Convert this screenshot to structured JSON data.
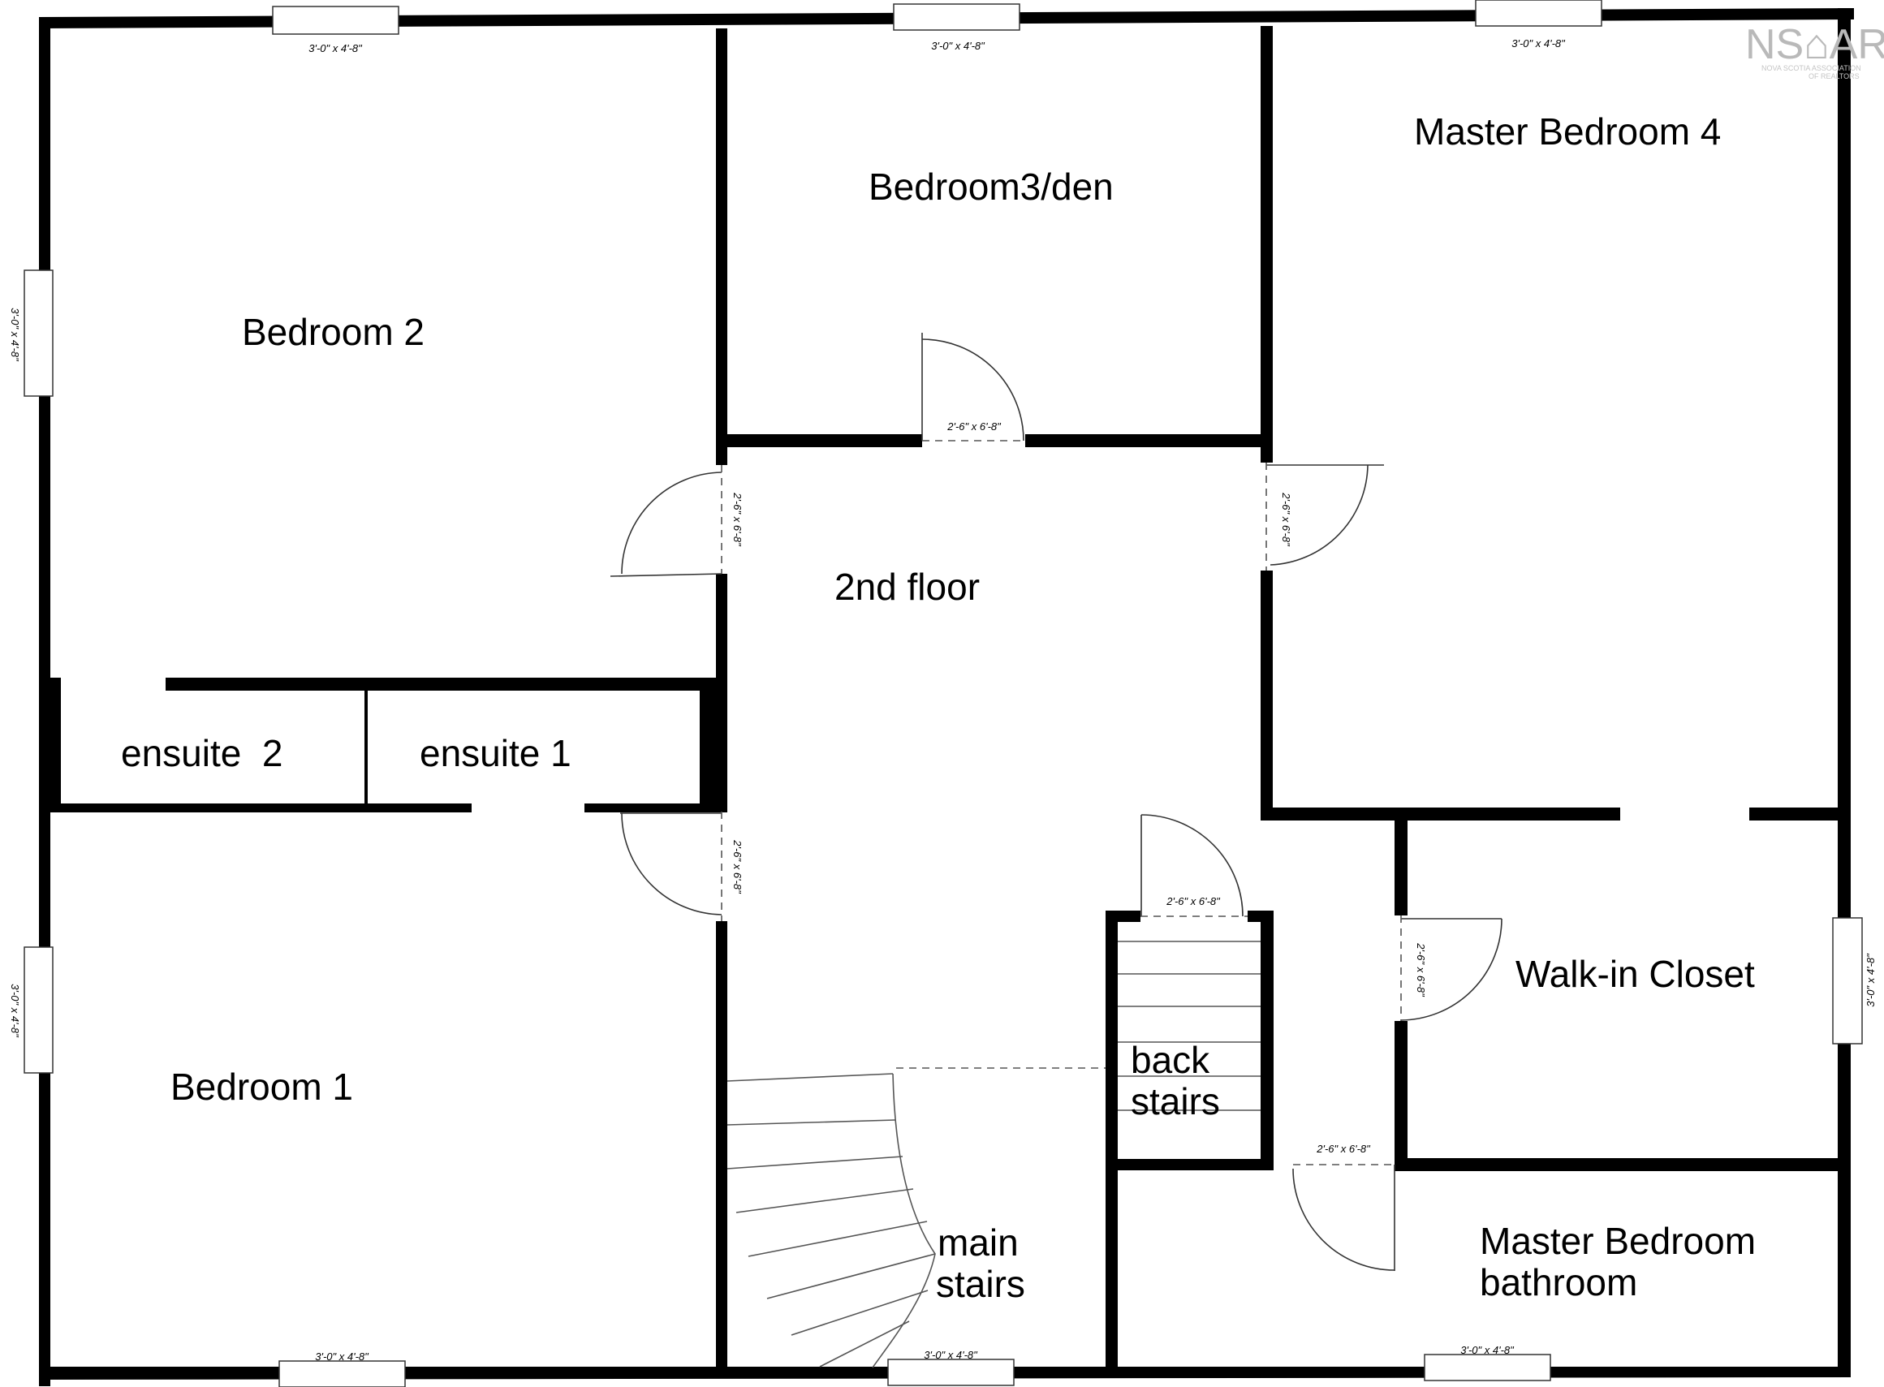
{
  "logo": {
    "mark": "NS⌂AR",
    "line1": "NOVA SCOTIA ASSOCIATION",
    "line2": "OF REALTORS"
  },
  "rooms": {
    "bedroom2": "Bedroom 2",
    "bedroom3": "Bedroom3/den",
    "master4": "Master Bedroom 4",
    "floor": "2nd floor",
    "ensuite2": "ensuite  2",
    "ensuite1": "ensuite 1",
    "bedroom1": "Bedroom 1",
    "walkin": "Walk-in Closet",
    "back_stairs_1": "back",
    "back_stairs_2": "stairs",
    "main_stairs_1": "main",
    "main_stairs_2": "stairs",
    "master_bath_1": "Master Bedroom",
    "master_bath_2": "bathroom"
  },
  "windows": {
    "top_left": "3'-0\" x 4'-8\"",
    "top_mid": "3'-0\" x 4'-8\"",
    "top_right": "3'-0\" x 4'-8\"",
    "left_upper": "3'-0\" x 4'-8\"",
    "left_lower": "3'-0\" x 4'-8\"",
    "right_side": "3'-0\" x 4'-8\"",
    "bottom_left": "3'-0\" x 4'-8\"",
    "bottom_mid": "3'-0\" x 4'-8\"",
    "bottom_right": "3'-0\" x 4'-8\""
  },
  "doors": {
    "bedroom3": "2'-6\" x 6'-8\"",
    "bedroom2": "2'-6\" x 6'-8\"",
    "master4": "2'-6\" x 6'-8\"",
    "bedroom1": "2'-6\" x 6'-8\"",
    "back_stairs": "2'-6\" x 6'-8\"",
    "walkin": "2'-6\" x 6'-8\"",
    "master_bath": "2'-6\" x 6'-8\""
  }
}
